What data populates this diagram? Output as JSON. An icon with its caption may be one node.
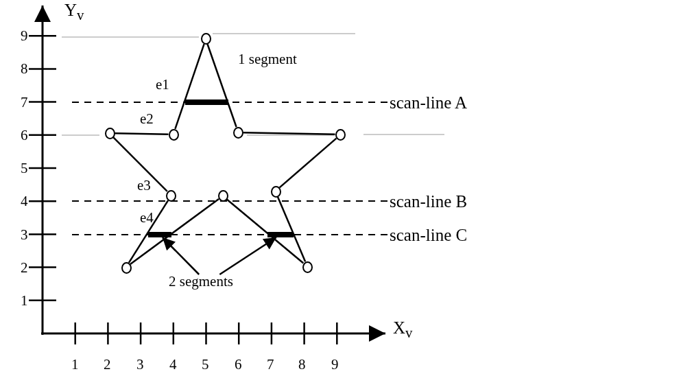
{
  "diagram": {
    "nodes": [
      {
        "text": [],
        "shape": "circle"
      },
      {
        "text": [],
        "shape": "circle"
      },
      {
        "text": [],
        "shape": "circle"
      },
      {
        "text": [],
        "shape": "circle"
      },
      {
        "text": [],
        "shape": "circle"
      },
      {
        "text": [],
        "shape": "circle"
      },
      {
        "text": [],
        "shape": "circle"
      },
      {
        "text": [],
        "shape": "circle"
      },
      {
        "text": [],
        "shape": "circle"
      },
      {
        "text": [],
        "shape": "circle"
      },
      {
        "text": [],
        "shape": "bar"
      },
      {
        "text": [],
        "shape": "bar"
      },
      {
        "text": [],
        "shape": "bar"
      },
      {
        "text": [
          "2 segments"
        ]
      }
    ],
    "edges": [
      {
        "from": 0,
        "to": 3,
        "arrow": "none"
      },
      {
        "from": 3,
        "to": 4,
        "arrow": "none"
      },
      {
        "from": 4,
        "to": 7,
        "arrow": "none"
      },
      {
        "from": 7,
        "to": 9,
        "arrow": "none"
      },
      {
        "from": 9,
        "to": 6,
        "arrow": "none"
      },
      {
        "from": 6,
        "to": 8,
        "arrow": "none"
      },
      {
        "from": 8,
        "to": 5,
        "arrow": "none"
      },
      {
        "from": 5,
        "to": 1,
        "arrow": "none"
      },
      {
        "from": 1,
        "to": 2,
        "arrow": "none"
      },
      {
        "from": 2,
        "to": 0,
        "arrow": "none"
      },
      {
        "from": 13,
        "to": 11,
        "arrow": "to"
      },
      {
        "from": 13,
        "to": 12,
        "arrow": "to"
      }
    ],
    "labels": [
      "Y$_{v}$",
      "9",
      "8",
      "e1",
      "1 segment",
      "7",
      "scan-line A",
      "e2",
      "6",
      "5",
      "e3",
      "4",
      "scan-line B",
      "e4",
      "3",
      "scan-line C",
      "2",
      "1",
      "X$_{v}$",
      "1",
      "2",
      "3",
      "4",
      "5",
      "6",
      "7",
      "8",
      "9"
    ]
  }
}
